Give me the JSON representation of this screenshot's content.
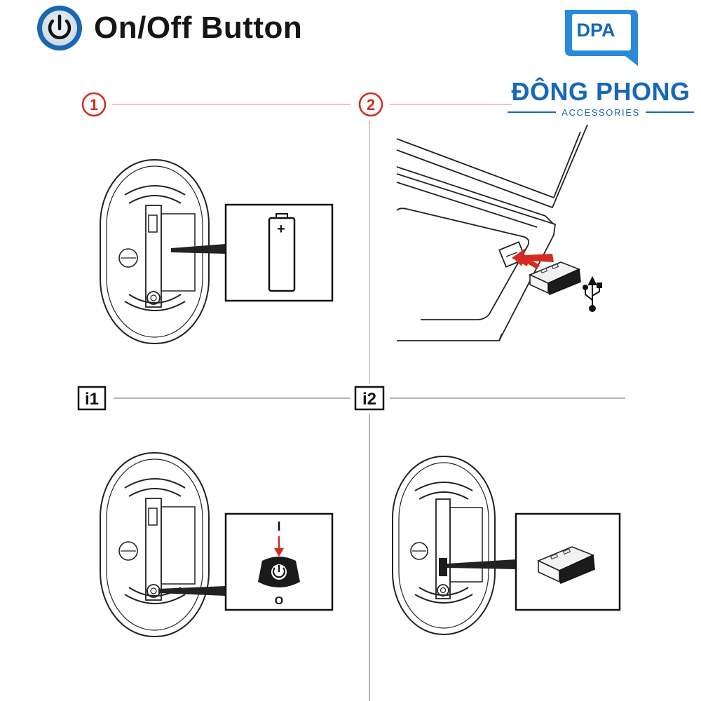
{
  "header": {
    "title": "On/Off Button",
    "icon": "power-icon",
    "icon_color": "#1a66b0"
  },
  "brand": {
    "badge_text": "DPA",
    "name": "ĐÔNG PHONG",
    "subtitle": "ACCESSORIES",
    "color": "#1768b8"
  },
  "steps": {
    "step1": {
      "label": "1",
      "color": "#d42a22"
    },
    "step2": {
      "label": "2",
      "color": "#d42a22"
    },
    "info1": {
      "label": "i1"
    },
    "info2": {
      "label": "i2"
    }
  },
  "callouts": {
    "battery_plus": "+",
    "switch_on": "I",
    "switch_off": "O"
  },
  "icons": [
    "power-icon",
    "battery-icon",
    "usb-receiver-icon",
    "usb-symbol-icon",
    "laptop-icon",
    "mouse-icon",
    "arrow-icon"
  ]
}
